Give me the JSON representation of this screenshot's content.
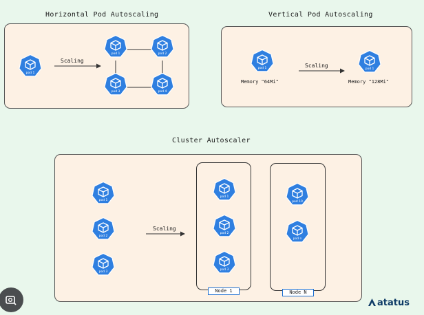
{
  "titles": {
    "hpa": "Horizontal Pod Autoscaling",
    "vpa": "Vertical Pod Autoscaling",
    "ca": "Cluster Autoscaler"
  },
  "arrows": {
    "hpa": "Scaling",
    "vpa": "Scaling",
    "ca": "Scaling"
  },
  "pods": {
    "hpa_source": "pod 1",
    "hpa_grid": [
      "pod 1",
      "pod 2",
      "pod 3",
      "pod 4"
    ],
    "vpa_before": "pod 1",
    "vpa_after": "pod 1",
    "ca_left": [
      "pod 1",
      "pod 2",
      "pod 3"
    ],
    "ca_node1": [
      "pod 1",
      "pod 2",
      "pod 3"
    ],
    "ca_nodeN": [
      "pod 10",
      "pod n"
    ]
  },
  "memory": {
    "before": "Memory \"64Mi\"",
    "after": "Memory \"128Mi\""
  },
  "nodes": {
    "node1": "Node 1",
    "nodeN": "Node N"
  },
  "brand": {
    "logo": "atatus",
    "pod_color": "#2f7fe0",
    "panel_color": "#fdf1e4",
    "background": "#e9f7ec"
  }
}
